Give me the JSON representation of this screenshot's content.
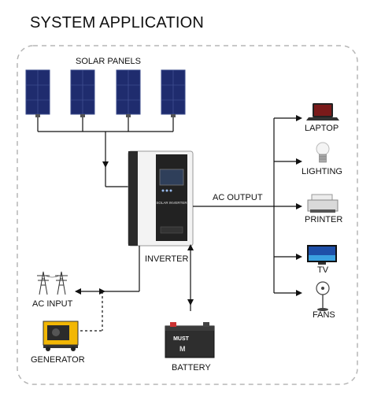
{
  "title": "SYSTEM APPLICATION",
  "labels": {
    "solar_panels": "SOLAR PANELS",
    "inverter": "INVERTER",
    "ac_output": "AC OUTPUT",
    "ac_input": "AC INPUT",
    "generator": "GENERATOR",
    "battery": "BATTERY",
    "laptop": "LAPTOP",
    "lighting": "LIGHTING",
    "printer": "PRINTER",
    "tv": "TV",
    "fans": "FANS"
  },
  "device_text": {
    "inverter_brand": "SOLAR INVERTER",
    "battery_brand": "MUST",
    "battery_code": "M"
  },
  "colors": {
    "line": "#111111",
    "border": "#bbbbbb",
    "panel": "#1d2a6b",
    "inverter_body": "#f2f2f2",
    "inverter_front": "#222222"
  }
}
